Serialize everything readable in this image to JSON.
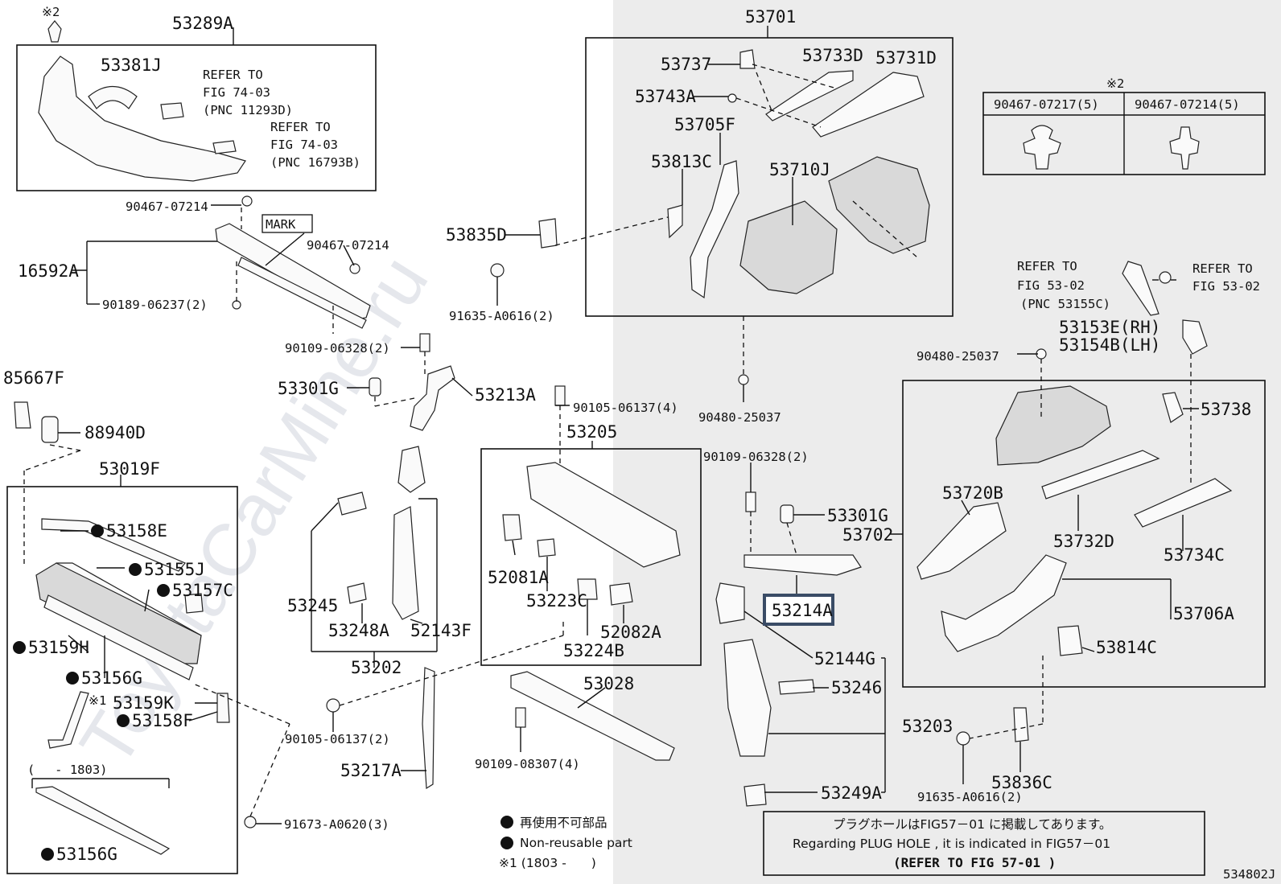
{
  "watermark": "ToyotaCarMine.ru",
  "figure_code": "534802J",
  "parts": {
    "p53289A": "53289A",
    "p53381J": "53381J",
    "ref1a": "REFER TO",
    "ref1b": "FIG 74-03",
    "ref1c": "(PNC 11293D)",
    "ref2a": "REFER TO",
    "ref2b": "FIG 74-03",
    "ref2c": "(PNC 16793B)",
    "x2a": "※2",
    "p90467_a": "90467-07214",
    "mark": "MARK",
    "p90467_b": "90467-07214",
    "p16592A": "16592A",
    "p90189": "90189-06237(2)",
    "p90109_a": "90109-06328(2)",
    "p53301G_a": "53301G",
    "p53213A": "53213A",
    "p85667F": "85667F",
    "p88940D": "88940D",
    "p53019F": "53019F",
    "p53158E": "53158E",
    "p53155J": "53155J",
    "p53157C": "53157C",
    "p53159H": "53159H",
    "p53156G_a": "53156G",
    "x1": "※1",
    "p53159K": "53159K",
    "p53158F": "53158F",
    "range": "(　 - 1803)",
    "p53156G_b": "53156G",
    "p90105_a": "90105-06137(4)",
    "p53205": "53205",
    "p52081A": "52081A",
    "p53223C": "53223C",
    "p52082A": "52082A",
    "p53224B": "53224B",
    "p53245": "53245",
    "p53248A": "53248A",
    "p52143F": "52143F",
    "p53202": "53202",
    "p90105_b": "90105-06137(2)",
    "p53217A": "53217A",
    "p53028": "53028",
    "p90109_b": "90109-08307(4)",
    "p91673": "91673-A0620(3)",
    "p53701": "53701",
    "p53737": "53737",
    "p53733D": "53733D",
    "p53731D": "53731D",
    "p53743A": "53743A",
    "p53705F": "53705F",
    "p53813C": "53813C",
    "p53710J": "53710J",
    "p53835D": "53835D",
    "p91635_a": "91635-A0616(2)",
    "p90480_a": "90480-25037",
    "p90109_c": "90109-06328(2)",
    "p53301G_b": "53301G",
    "p53702": "53702",
    "p53214A": "53214A",
    "p52144G": "52144G",
    "p53246": "53246",
    "p53203": "53203",
    "p53249A": "53249A",
    "x2b": "※2",
    "clipA": "90467-07217(5)",
    "clipB": "90467-07214(5)",
    "ref3a": "REFER TO",
    "ref3b": "FIG 53-02",
    "ref3c": "(PNC 53155C)",
    "ref4a": "REFER TO",
    "ref4b": "FIG 53-02",
    "p53153E": "53153E(RH)",
    "p53154B": "53154B(LH)",
    "p90480_b": "90480-25037",
    "p53738": "53738",
    "p53720B": "53720B",
    "p53732D": "53732D",
    "p53734C": "53734C",
    "p53706A": "53706A",
    "p53814C": "53814C",
    "p91635_b": "91635-A0616(2)",
    "p53836C": "53836C"
  },
  "legend": {
    "jp_nonreusable": "再使用不可部品",
    "en_nonreusable": "Non-reusable part",
    "note1": "※1 (1803 -　　)"
  },
  "plug_note": {
    "jp": "プラグホールはFIG57－01 に掲載してあります。",
    "en": "Regarding  PLUG  HOLE  ,  it  is  indicated  in  FIG57－01",
    "ref": "(REFER  TO  FIG  57-01  )"
  }
}
